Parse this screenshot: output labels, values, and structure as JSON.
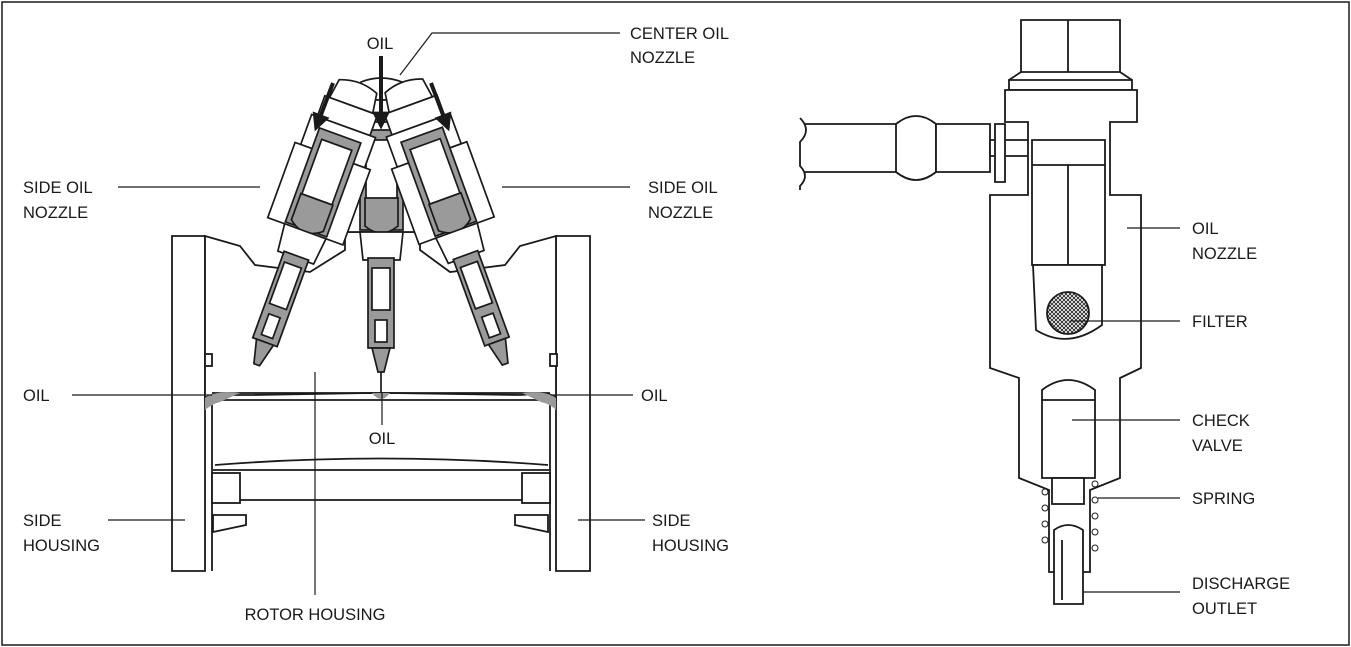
{
  "left_diagram": {
    "labels": {
      "oil_top": "OIL",
      "center_oil_nozzle": [
        "CENTER OIL",
        "NOZZLE"
      ],
      "side_oil_nozzle_left": [
        "SIDE OIL",
        "NOZZLE"
      ],
      "side_oil_nozzle_right": [
        "SIDE OIL",
        "NOZZLE"
      ],
      "oil_left": "OIL",
      "oil_center": "OIL",
      "oil_right": "OIL",
      "side_housing_left": [
        "SIDE",
        "HOUSING"
      ],
      "side_housing_right": [
        "SIDE",
        "HOUSING"
      ],
      "rotor_housing": "ROTOR HOUSING"
    }
  },
  "right_diagram": {
    "labels": {
      "oil_nozzle": [
        "OIL",
        "NOZZLE"
      ],
      "filter": "FILTER",
      "check_valve": [
        "CHECK",
        "VALVE"
      ],
      "spring": "SPRING",
      "discharge_outlet": [
        "DISCHARGE",
        "OUTLET"
      ]
    }
  },
  "colors": {
    "line": "#1a1a1a",
    "shade": "#9a9a9a",
    "background": "#ffffff"
  }
}
